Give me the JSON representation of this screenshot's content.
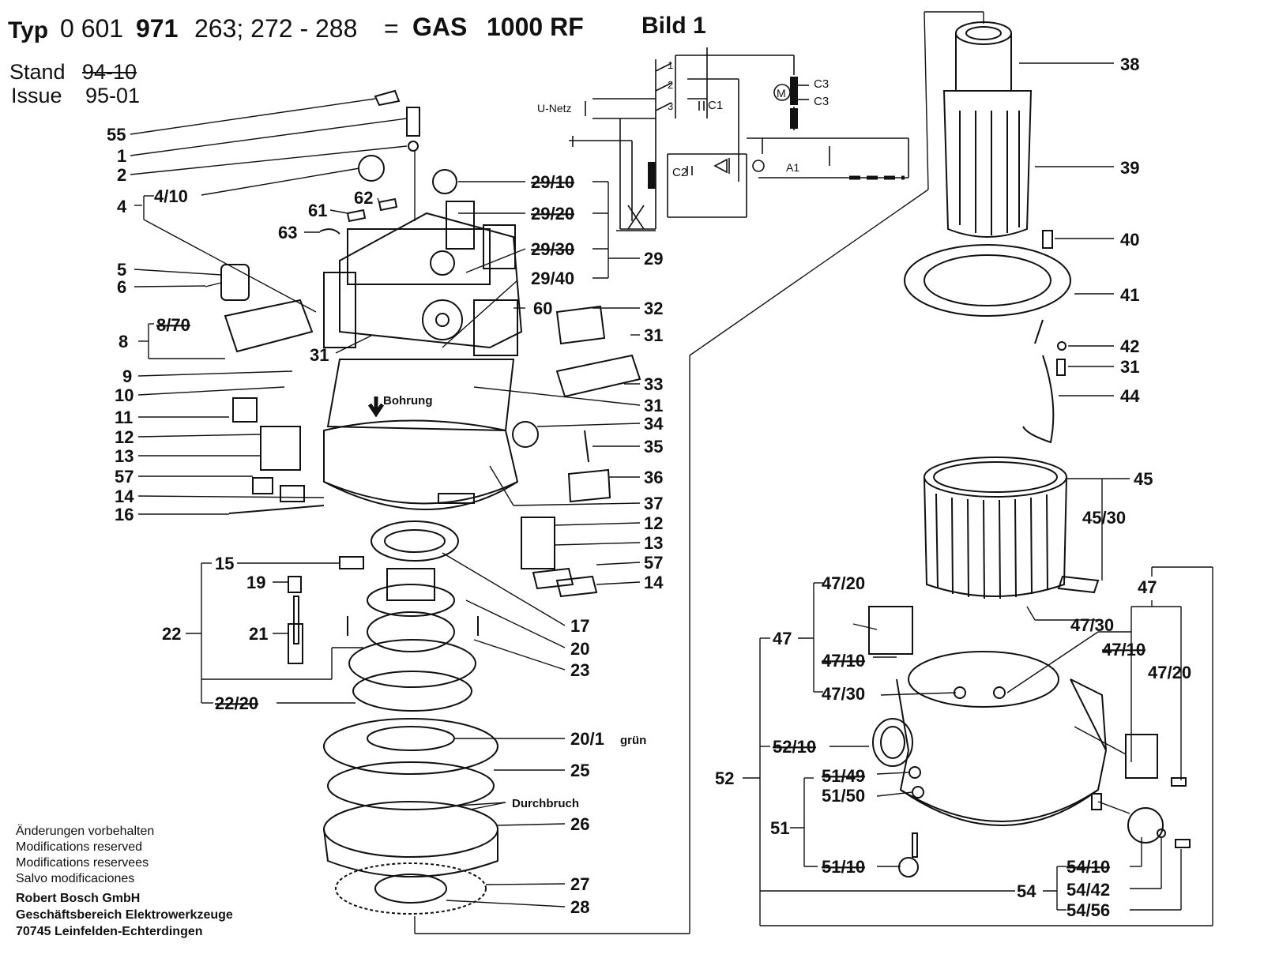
{
  "header": {
    "typ_label": "Typ",
    "typ_number_a": "0 601",
    "typ_number_b": "971",
    "typ_variants": "263; 272 - 288",
    "equals": "=",
    "model_a": "GAS",
    "model_b": "1000 RF",
    "bild": "Bild 1",
    "stand_label": "Stand",
    "stand_value": "94-10",
    "issue_label": "Issue",
    "issue_value": "95-01"
  },
  "schematic": {
    "u_netz": "U-Netz",
    "motor": "M",
    "c1": "C1",
    "c2": "C2",
    "c3a": "C3",
    "c3b": "C3",
    "a1": "A1",
    "sw1": "1",
    "sw2": "2",
    "sw3": "3"
  },
  "annotations": {
    "bohrung": "Bohrung",
    "durchbruch": "Durchbruch",
    "gruen": "grün"
  },
  "labels": {
    "l55": "55",
    "l1": "1",
    "l2": "2",
    "l4": "4",
    "l4_10": "4/10",
    "l61": "61",
    "l62": "62",
    "l63": "63",
    "l5": "5",
    "l6": "6",
    "l8": "8",
    "l8_70": "8/70",
    "l9": "9",
    "l10": "10",
    "l11": "11",
    "l12": "12",
    "l13": "13",
    "l57": "57",
    "l14": "14",
    "l16": "16",
    "l31a": "31",
    "l29_10": "29/10",
    "l29_20": "29/20",
    "l29_30": "29/30",
    "l29_40": "29/40",
    "l29": "29",
    "l60": "60",
    "l32": "32",
    "l31b": "31",
    "l33": "33",
    "l31c": "31",
    "l34": "34",
    "l35": "35",
    "l36": "36",
    "l37": "37",
    "l12b": "12",
    "l13b": "13",
    "l57b": "57",
    "l14b": "14",
    "l15": "15",
    "l19": "19",
    "l21": "21",
    "l22": "22",
    "l22_20": "22/20",
    "l17": "17",
    "l20": "20",
    "l23": "23",
    "l20_1": "20/1",
    "l25": "25",
    "l26": "26",
    "l27": "27",
    "l28": "28",
    "l38": "38",
    "l39": "39",
    "l40": "40",
    "l41": "41",
    "l42": "42",
    "l31d": "31",
    "l44": "44",
    "l45": "45",
    "l45_30": "45/30",
    "l47a": "47",
    "l47_20a": "47/20",
    "l47_10a": "47/10",
    "l47_30a": "47/30",
    "l47b": "47",
    "l47_30b": "47/30",
    "l47_10b": "47/10",
    "l47_20b": "47/20",
    "l52": "52",
    "l52_10": "52/10",
    "l51_49": "51/49",
    "l51_50": "51/50",
    "l51": "51",
    "l51_10": "51/10",
    "l54": "54",
    "l54_10": "54/10",
    "l54_42": "54/42",
    "l54_56": "54/56"
  },
  "footer": {
    "line1": "Änderungen vorbehalten",
    "line2": "Modifications reserved",
    "line3": "Modifications reservees",
    "line4": "Salvo modificaciones",
    "company": "Robert Bosch GmbH",
    "division": "Geschäftsbereich Elektrowerkzeuge",
    "address": "70745 Leinfelden-Echterdingen"
  }
}
